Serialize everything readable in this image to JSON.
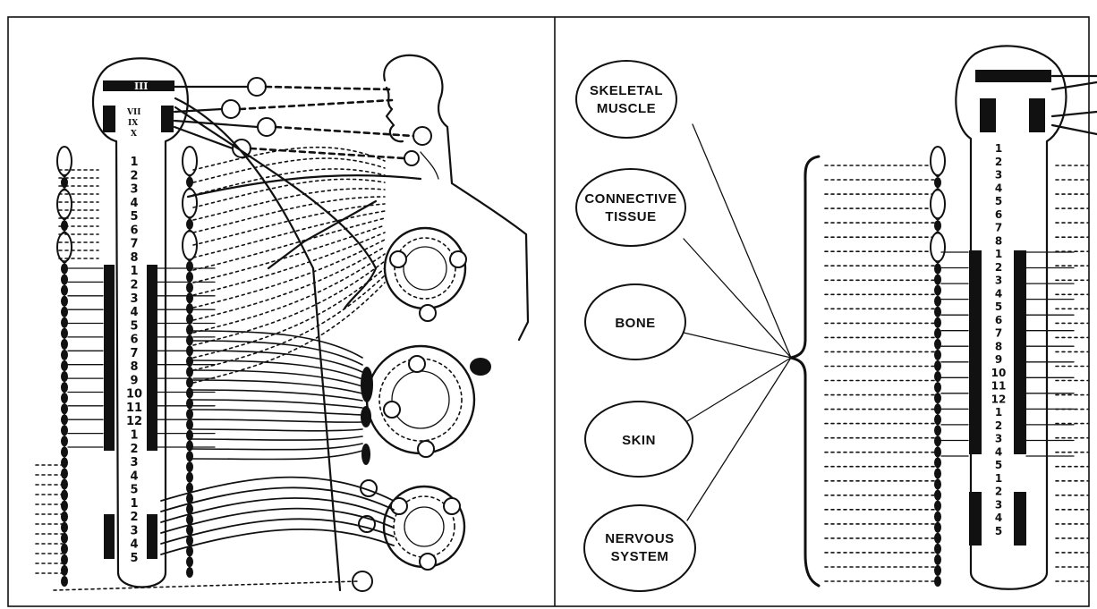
{
  "right_panel": {
    "bubbles": [
      {
        "line1": "SKELETAL",
        "line2": "MUSCLE"
      },
      {
        "line1": "CONNECTIVE",
        "line2": "TISSUE"
      },
      {
        "line1": "BONE",
        "line2": ""
      },
      {
        "line1": "SKIN",
        "line2": ""
      },
      {
        "line1": "NERVOUS",
        "line2": "SYSTEM"
      }
    ]
  },
  "spinal_numbers": [
    "1",
    "2",
    "3",
    "4",
    "5",
    "6",
    "7",
    "8",
    "1",
    "2",
    "3",
    "4",
    "5",
    "6",
    "7",
    "8",
    "9",
    "10",
    "11",
    "12",
    "1",
    "2",
    "3",
    "4",
    "5",
    "1",
    "2",
    "3",
    "4",
    "5"
  ],
  "cranial_labels": [
    "III",
    "VII",
    "IX",
    "X"
  ],
  "colors": {
    "ink": "#111111",
    "paper": "#ffffff"
  }
}
